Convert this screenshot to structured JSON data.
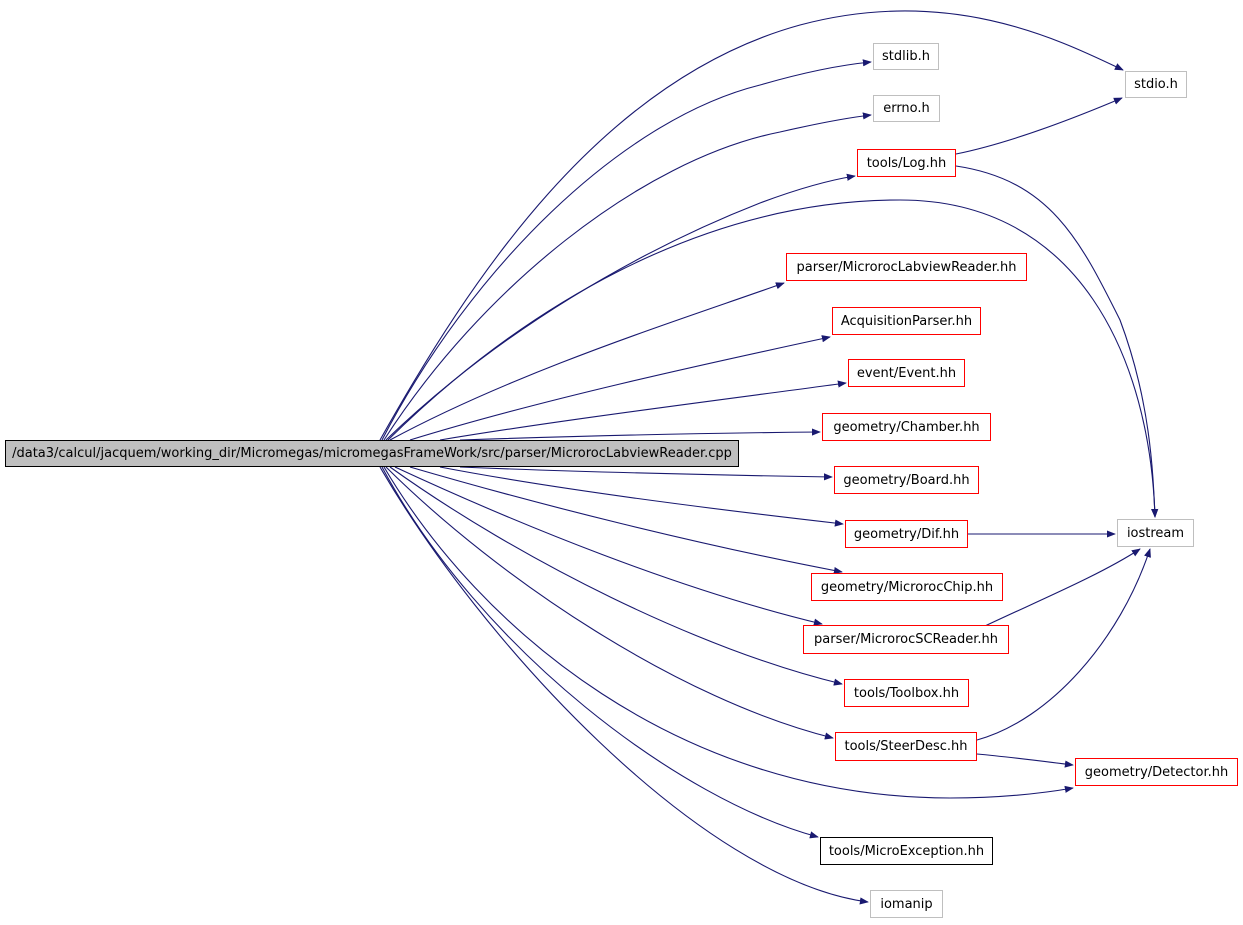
{
  "graph": {
    "root": {
      "id": "root",
      "label": "/data3/calcul/jacquem/working_dir/Micromegas/micromegasFrameWork/src/parser/MicrorocLabviewReader.cpp"
    },
    "nodes": [
      {
        "id": "stdio",
        "label": "stdio.h",
        "kind": "system"
      },
      {
        "id": "stdlib",
        "label": "stdlib.h",
        "kind": "system"
      },
      {
        "id": "errno",
        "label": "errno.h",
        "kind": "system"
      },
      {
        "id": "log",
        "label": "tools/Log.hh",
        "kind": "documented"
      },
      {
        "id": "mlr",
        "label": "parser/MicrorocLabviewReader.hh",
        "kind": "documented"
      },
      {
        "id": "acq",
        "label": "AcquisitionParser.hh",
        "kind": "documented"
      },
      {
        "id": "event",
        "label": "event/Event.hh",
        "kind": "documented"
      },
      {
        "id": "chamber",
        "label": "geometry/Chamber.hh",
        "kind": "documented"
      },
      {
        "id": "board",
        "label": "geometry/Board.hh",
        "kind": "documented"
      },
      {
        "id": "dif",
        "label": "geometry/Dif.hh",
        "kind": "documented"
      },
      {
        "id": "iostream",
        "label": "iostream",
        "kind": "system"
      },
      {
        "id": "chip",
        "label": "geometry/MicrorocChip.hh",
        "kind": "documented"
      },
      {
        "id": "scr",
        "label": "parser/MicrorocSCReader.hh",
        "kind": "documented"
      },
      {
        "id": "toolbox",
        "label": "tools/Toolbox.hh",
        "kind": "documented"
      },
      {
        "id": "steer",
        "label": "tools/SteerDesc.hh",
        "kind": "documented"
      },
      {
        "id": "detector",
        "label": "geometry/Detector.hh",
        "kind": "documented"
      },
      {
        "id": "microexc",
        "label": "tools/MicroException.hh",
        "kind": "undocumented"
      },
      {
        "id": "iomanip",
        "label": "iomanip",
        "kind": "system"
      }
    ],
    "edges": [
      {
        "from": "root",
        "to": "stdio"
      },
      {
        "from": "root",
        "to": "stdlib"
      },
      {
        "from": "root",
        "to": "errno"
      },
      {
        "from": "root",
        "to": "log"
      },
      {
        "from": "root",
        "to": "iostream"
      },
      {
        "from": "root",
        "to": "mlr"
      },
      {
        "from": "root",
        "to": "acq"
      },
      {
        "from": "root",
        "to": "event"
      },
      {
        "from": "root",
        "to": "chamber"
      },
      {
        "from": "root",
        "to": "board"
      },
      {
        "from": "root",
        "to": "dif"
      },
      {
        "from": "root",
        "to": "chip"
      },
      {
        "from": "root",
        "to": "scr"
      },
      {
        "from": "root",
        "to": "toolbox"
      },
      {
        "from": "root",
        "to": "steer"
      },
      {
        "from": "root",
        "to": "detector"
      },
      {
        "from": "root",
        "to": "microexc"
      },
      {
        "from": "root",
        "to": "iomanip"
      },
      {
        "from": "log",
        "to": "stdio"
      },
      {
        "from": "log",
        "to": "iostream"
      },
      {
        "from": "dif",
        "to": "iostream"
      },
      {
        "from": "scr",
        "to": "iostream"
      },
      {
        "from": "steer",
        "to": "iostream"
      },
      {
        "from": "steer",
        "to": "detector"
      }
    ]
  },
  "colors": {
    "edge": "#191970",
    "documented_border": "#ff0000",
    "system_border": "#bfbfbf",
    "undocumented_border": "#000000",
    "root_fill": "#bfbfbf"
  }
}
